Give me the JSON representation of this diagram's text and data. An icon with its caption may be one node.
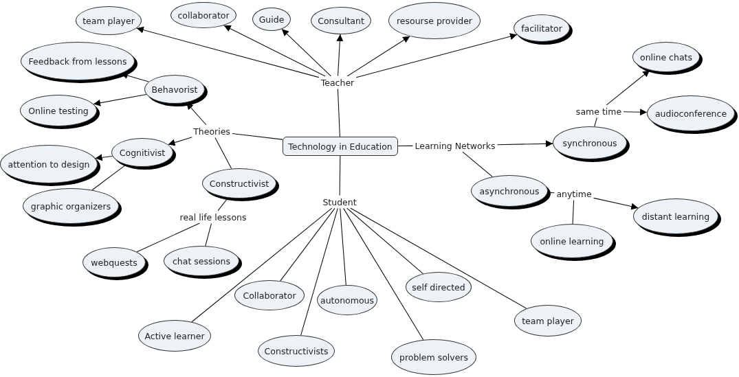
{
  "diagram": {
    "nodes": [
      {
        "text": [
          "Technology in Education"
        ]
      },
      {
        "text": [
          "Teacher"
        ]
      },
      {
        "text": [
          "team player"
        ]
      },
      {
        "text": [
          "collaborator"
        ]
      },
      {
        "text": [
          "Guide"
        ]
      },
      {
        "text": [
          "Consultant"
        ]
      },
      {
        "text": [
          "resourse provider"
        ]
      },
      {
        "text": [
          "facilitator"
        ]
      },
      {
        "text": [
          "Theories"
        ]
      },
      {
        "text": [
          "Behavorist"
        ]
      },
      {
        "text": [
          "Feedback from lessons"
        ]
      },
      {
        "text": [
          "Online testing"
        ]
      },
      {
        "text": [
          "Cognitivist"
        ]
      },
      {
        "text": [
          "attention to design"
        ]
      },
      {
        "text": [
          "graphic organizers"
        ]
      },
      {
        "text": [
          "Constructivist"
        ]
      },
      {
        "text": [
          "real life lessons"
        ]
      },
      {
        "text": [
          "webquests"
        ]
      },
      {
        "text": [
          "chat sessions"
        ]
      },
      {
        "text": [
          "Student"
        ]
      },
      {
        "text": [
          "Active learner"
        ]
      },
      {
        "text": [
          "Collaborator"
        ]
      },
      {
        "text": [
          "autonomous"
        ]
      },
      {
        "text": [
          "Constructivists"
        ]
      },
      {
        "text": [
          "self directed"
        ]
      },
      {
        "text": [
          "problem solvers"
        ]
      },
      {
        "text": [
          "team player"
        ]
      },
      {
        "text": [
          "Learning Networks"
        ]
      },
      {
        "text": [
          "synchronous"
        ]
      },
      {
        "text": [
          "same time"
        ]
      },
      {
        "text": [
          "online chats"
        ]
      },
      {
        "text": [
          "audioconference"
        ]
      },
      {
        "text": [
          "asynchronous"
        ]
      },
      {
        "text": [
          "anytime"
        ]
      },
      {
        "text": [
          "online learning"
        ]
      },
      {
        "text": [
          "distant learning"
        ]
      }
    ],
    "edges": [
      {
        "from": 0,
        "to": 1,
        "arrow": "none"
      },
      {
        "from": 1,
        "to": 2,
        "arrow": "to"
      },
      {
        "from": 1,
        "to": 3,
        "arrow": "to"
      },
      {
        "from": 1,
        "to": 4,
        "arrow": "to"
      },
      {
        "from": 1,
        "to": 5,
        "arrow": "to"
      },
      {
        "from": 1,
        "to": 6,
        "arrow": "to"
      },
      {
        "from": 1,
        "to": 7,
        "arrow": "to"
      },
      {
        "from": 0,
        "to": 8,
        "arrow": "none"
      },
      {
        "from": 8,
        "to": 9,
        "arrow": "to"
      },
      {
        "from": 8,
        "to": 12,
        "arrow": "to"
      },
      {
        "from": 8,
        "to": 15,
        "arrow": "none"
      },
      {
        "from": 9,
        "to": 10,
        "arrow": "to"
      },
      {
        "from": 9,
        "to": 11,
        "arrow": "to"
      },
      {
        "from": 12,
        "to": 13,
        "arrow": "to"
      },
      {
        "from": 12,
        "to": 14,
        "arrow": "none"
      },
      {
        "from": 15,
        "to": 16,
        "arrow": "none"
      },
      {
        "from": 16,
        "to": 17,
        "arrow": "none"
      },
      {
        "from": 16,
        "to": 18,
        "arrow": "none"
      },
      {
        "from": 0,
        "to": 19,
        "arrow": "none"
      },
      {
        "from": 19,
        "to": 20,
        "arrow": "none"
      },
      {
        "from": 19,
        "to": 21,
        "arrow": "none"
      },
      {
        "from": 19,
        "to": 22,
        "arrow": "none"
      },
      {
        "from": 19,
        "to": 23,
        "arrow": "none"
      },
      {
        "from": 19,
        "to": 24,
        "arrow": "none"
      },
      {
        "from": 19,
        "to": 25,
        "arrow": "none"
      },
      {
        "from": 19,
        "to": 26,
        "arrow": "none"
      },
      {
        "from": 0,
        "to": 27,
        "arrow": "none"
      },
      {
        "from": 27,
        "to": 28,
        "arrow": "to"
      },
      {
        "from": 27,
        "to": 32,
        "arrow": "none"
      },
      {
        "from": 28,
        "to": 29,
        "arrow": "none"
      },
      {
        "from": 29,
        "to": 30,
        "arrow": "to"
      },
      {
        "from": 29,
        "to": 31,
        "arrow": "to"
      },
      {
        "from": 32,
        "to": 33,
        "arrow": "none"
      },
      {
        "from": 33,
        "to": 34,
        "arrow": "none"
      },
      {
        "from": 33,
        "to": 35,
        "arrow": "to"
      }
    ]
  }
}
